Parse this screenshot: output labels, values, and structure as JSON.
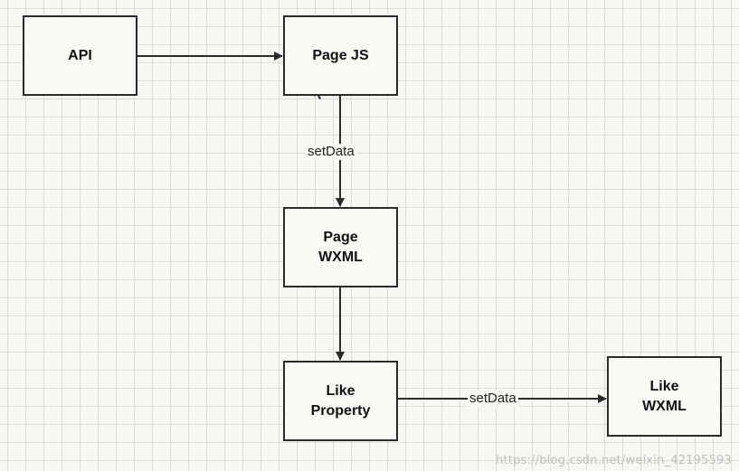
{
  "nodes": {
    "api": {
      "lines": [
        "API"
      ]
    },
    "page_js": {
      "lines": [
        "Page JS"
      ]
    },
    "page_wxml": {
      "lines": [
        "Page",
        "WXML"
      ]
    },
    "like_property": {
      "lines": [
        "Like",
        "Property"
      ]
    },
    "like_wxml": {
      "lines": [
        "Like",
        "WXML"
      ]
    }
  },
  "edges": {
    "api_to_page_js": {
      "label": ""
    },
    "page_js_to_page_wxml": {
      "label": "setData"
    },
    "page_wxml_to_like_property": {
      "label": ""
    },
    "like_property_to_like_wxml": {
      "label": "setData"
    }
  },
  "watermark": "https://blog.csdn.net/weixin_42195593",
  "colors": {
    "stroke": "#2b2b2b",
    "grid": "#dcdcd8",
    "background": "#f7f7f4"
  }
}
